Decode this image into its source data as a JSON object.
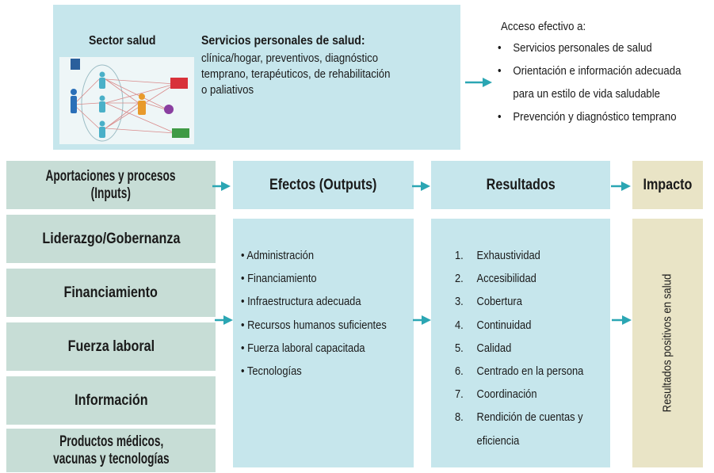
{
  "top": {
    "sector_title": "Sector salud",
    "services_title": "Servicios personales de salud:",
    "services_lines": [
      "clínica/hogar, preventivos, diagnóstico",
      "temprano, terapéuticos, de rehabilitación",
      "o paliativos"
    ]
  },
  "access": {
    "title": "Acceso efectivo a:",
    "items": [
      {
        "text": "Servicios personales de salud",
        "bullet": true
      },
      {
        "text": "Orientación e información adecuada",
        "bullet": true
      },
      {
        "text": "para un estilo de vida saludable",
        "bullet": false
      },
      {
        "text": "Prevención y diagnóstico temprano",
        "bullet": true
      }
    ]
  },
  "headers": {
    "inputs_line1": "Aportaciones y procesos",
    "inputs_line2": "(Inputs)",
    "outputs": "Efectos (Outputs)",
    "results": "Resultados",
    "impact": "Impacto"
  },
  "inputs": [
    {
      "lines": [
        "Liderazgo/Gobernanza"
      ]
    },
    {
      "lines": [
        "Financiamiento"
      ]
    },
    {
      "lines": [
        "Fuerza laboral"
      ]
    },
    {
      "lines": [
        "Información"
      ]
    },
    {
      "lines": [
        "Productos médicos,",
        "vacunas y tecnologías"
      ]
    }
  ],
  "outputs": [
    "Administración",
    "Financiamiento",
    "Infraestructura adecuada",
    "Recursos humanos suficientes",
    "Fuerza laboral capacitada",
    "Tecnologías"
  ],
  "results": [
    {
      "num": "1.",
      "text": "Exhaustividad"
    },
    {
      "num": "2.",
      "text": "Accesibilidad"
    },
    {
      "num": "3.",
      "text": "Cobertura"
    },
    {
      "num": "4.",
      "text": "Continuidad"
    },
    {
      "num": "5.",
      "text": "Calidad"
    },
    {
      "num": "6.",
      "text": "Centrado en la persona"
    },
    {
      "num": "7.",
      "text": "Coordinación"
    },
    {
      "num": "8.",
      "text": "Rendición de cuentas y"
    },
    {
      "num": "",
      "text": "eficiencia"
    }
  ],
  "impact_text": "Resultados positivos en salud",
  "colors": {
    "blue_box": "#c6e6ec",
    "green_box": "#c7ddd6",
    "beige_box": "#e9e4c6",
    "arrow": "#2ba6b3"
  }
}
